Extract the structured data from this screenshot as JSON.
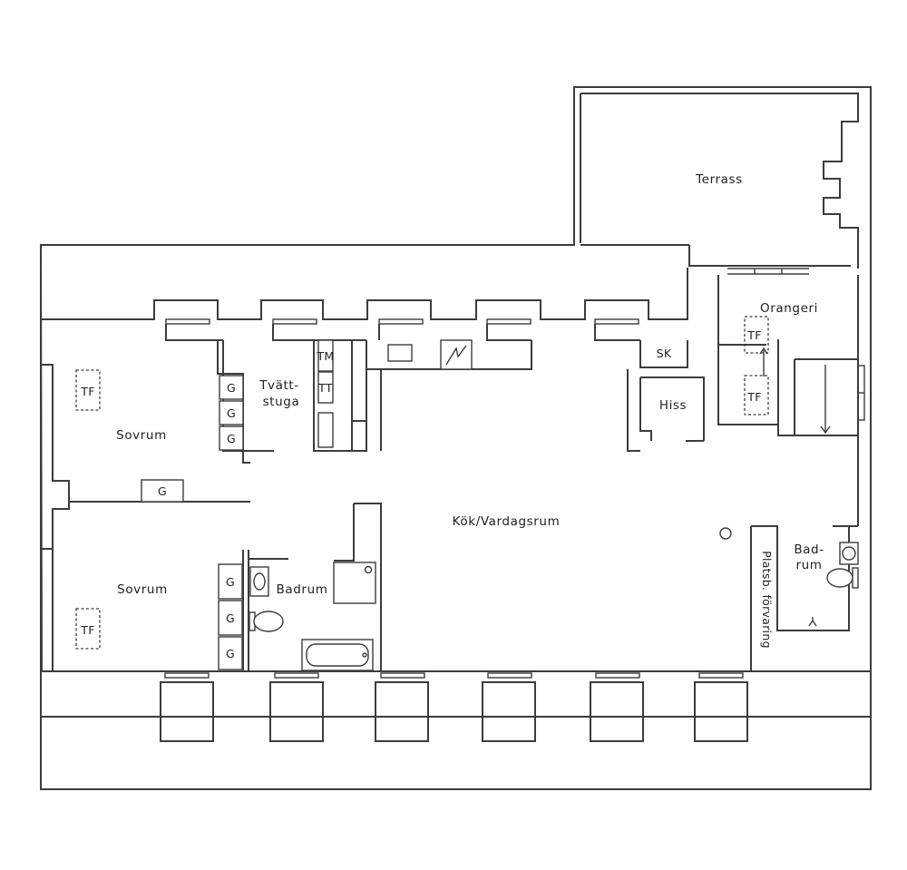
{
  "rooms": {
    "terrace": "Terrass",
    "orangery": "Orangeri",
    "laundry_line1": "Tvätt-",
    "laundry_line2": "stuga",
    "bedroom_top": "Sovrum",
    "bedroom_bottom": "Sovrum",
    "kitchen_living": "Kök/Vardagsrum",
    "bathroom": "Badrum",
    "bathroom_small_line1": "Bad-",
    "bathroom_small_line2": "rum",
    "elevator": "Hiss",
    "storage": "Platsb. förvaring"
  },
  "fixtures": {
    "closet": "G",
    "wardrobe": "TF",
    "washer": "TM",
    "dryer": "TT",
    "broom_closet": "SK"
  }
}
